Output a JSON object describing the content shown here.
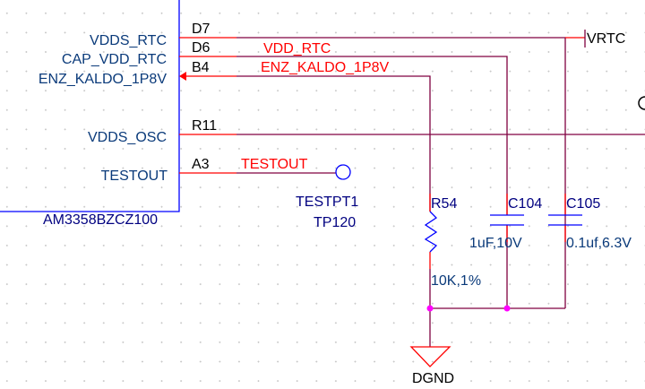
{
  "component": {
    "part": "AM3358BZCZ100",
    "pins": [
      {
        "name": "VDDS_RTC",
        "number": "D7"
      },
      {
        "name": "CAP_VDD_RTC",
        "number": "D6"
      },
      {
        "name": "ENZ_KALDO_1P8V",
        "number": "B4"
      },
      {
        "name": "VDDS_OSC",
        "number": "R11"
      },
      {
        "name": "TESTOUT",
        "number": "A3"
      }
    ]
  },
  "nets": {
    "vdd_rtc": "VDD_RTC",
    "enz_kaldo": "ENZ_KALDO_1P8V",
    "testout": "TESTOUT",
    "vrtc": "VRTC",
    "ground": "DGND"
  },
  "testpoint": {
    "ref": "TESTPT1",
    "value": "TP120"
  },
  "resistor": {
    "ref": "R54",
    "value": "10K,1%"
  },
  "capacitors": [
    {
      "ref": "C104",
      "value": "1uF,10V"
    },
    {
      "ref": "C105",
      "value": "0.1uf,6.3V"
    }
  ],
  "colors": {
    "wire": "#800040",
    "pin": "#ff0000",
    "body": "#0000ff",
    "junction": "#ff00ff"
  }
}
